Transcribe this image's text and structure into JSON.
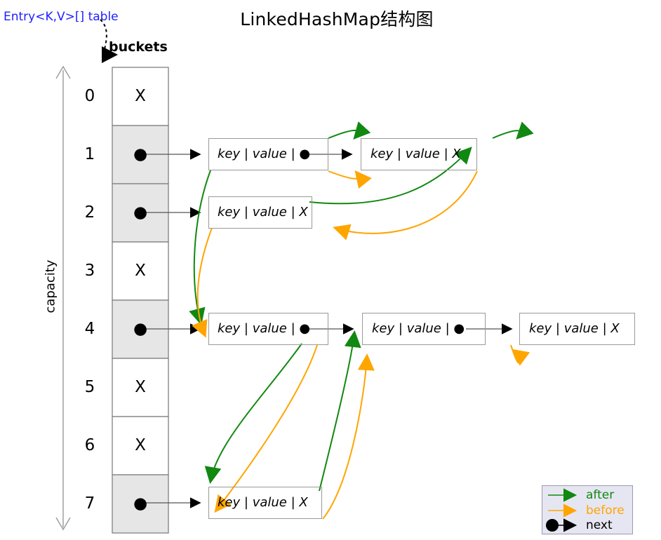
{
  "title": "LinkedHashMap结构图",
  "array_label": "Entry<K,V>[] table",
  "buckets_label": "buckets",
  "capacity_label": "capacity",
  "colors": {
    "after": "#118811",
    "before": "#ffa500",
    "next": "#000000",
    "array_label": "#2020ff",
    "filled_cell": "#e6e6e6",
    "empty_cell": "#ffffff",
    "cell_border": "#808080",
    "node_border": "#999999",
    "legend_bg": "#e6e6f2"
  },
  "table": {
    "indices": [
      "0",
      "1",
      "2",
      "3",
      "4",
      "5",
      "6",
      "7"
    ],
    "cells": [
      {
        "index": "0",
        "mark": "X",
        "filled": false
      },
      {
        "index": "1",
        "mark": "●",
        "filled": true
      },
      {
        "index": "2",
        "mark": "●",
        "filled": true
      },
      {
        "index": "3",
        "mark": "X",
        "filled": false
      },
      {
        "index": "4",
        "mark": "●",
        "filled": true
      },
      {
        "index": "5",
        "mark": "X",
        "filled": false
      },
      {
        "index": "6",
        "mark": "X",
        "filled": false
      },
      {
        "index": "7",
        "mark": "●",
        "filled": true
      }
    ]
  },
  "chains": [
    {
      "bucket": "1",
      "nodes": [
        {
          "key": "key",
          "value": "value",
          "next": "●"
        },
        {
          "key": "key",
          "value": "value",
          "next": "X"
        }
      ]
    },
    {
      "bucket": "2",
      "nodes": [
        {
          "key": "key",
          "value": "value",
          "next": "X"
        }
      ]
    },
    {
      "bucket": "4",
      "nodes": [
        {
          "key": "key",
          "value": "value",
          "next": "●"
        },
        {
          "key": "key",
          "value": "value",
          "next": "●"
        },
        {
          "key": "key",
          "value": "value",
          "next": "X"
        }
      ]
    },
    {
      "bucket": "7",
      "nodes": [
        {
          "key": "key",
          "value": "value",
          "next": "X"
        }
      ]
    }
  ],
  "node_text": {
    "sep": "|",
    "key": "key",
    "value": "value",
    "null_mark": "X",
    "next_mark": "●"
  },
  "legend": {
    "items": [
      {
        "label": "after",
        "color": "#118811"
      },
      {
        "label": "before",
        "color": "#ffa500"
      },
      {
        "label": "next",
        "color": "#000000"
      }
    ]
  }
}
